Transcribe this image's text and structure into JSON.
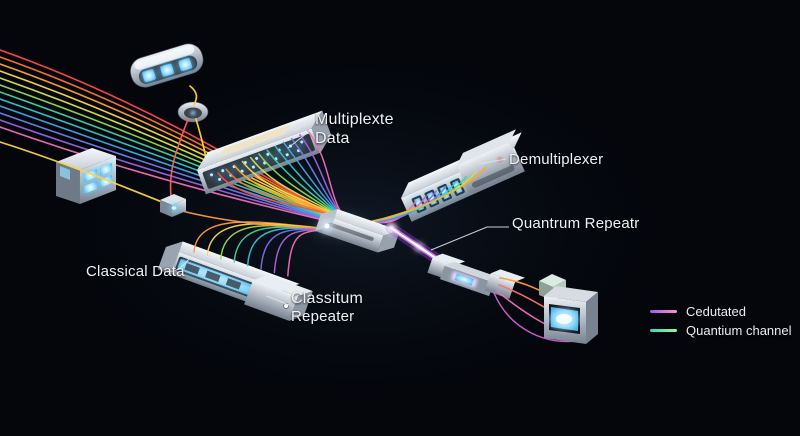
{
  "labels": {
    "multiplexer_line1": "Multiplexte",
    "multiplexer_line2": "Data",
    "demultiplexer": "Demultiplexer",
    "quantum_repeater": "Quantrum Repeatr",
    "classical_data": "Classical Data",
    "classical_repeater_line1": "Classitum",
    "classical_repeater_line2": "Repeater"
  },
  "legend": {
    "items": [
      {
        "label": "Cedutated",
        "colors": [
          "#a855e8",
          "#ff8fc5"
        ]
      },
      {
        "label": "Quantium channel",
        "colors": [
          "#2fd9c4",
          "#a0f0a8"
        ]
      }
    ]
  },
  "palette": {
    "rainbow": [
      "#ff4a4a",
      "#ff7432",
      "#ffa62b",
      "#ffd84d",
      "#d4e84a",
      "#8fdc52",
      "#43d39e",
      "#2fc9cf",
      "#3fa6e8",
      "#6e7fe8",
      "#9a62e0",
      "#ef6fb5"
    ],
    "classical_fan": [
      "#ff9a3d",
      "#ffd84d",
      "#9fdc52",
      "#43d39e",
      "#35c0d9",
      "#7a6fe8",
      "#b062e0",
      "#ef6fb5"
    ],
    "demux_fan": [
      "#ef6fb5",
      "#d45fd0",
      "#9a62e0",
      "#5f8ae8",
      "#35c9cf",
      "#43d39e",
      "#c9e04a",
      "#ffa62b"
    ],
    "cables": {
      "yellow": "#ffd23f",
      "red": "#ff5f5f",
      "orange": "#ff9a3d",
      "salmon": "#ff6f6f",
      "pink": "#ef6fb5",
      "magenta": "#d45fd0"
    },
    "beam": {
      "core": "#ecfdff",
      "mid": "#d97ff2",
      "glow": "#9a3fd8"
    },
    "background": "#04060c",
    "leader": "#dfe5ea"
  }
}
